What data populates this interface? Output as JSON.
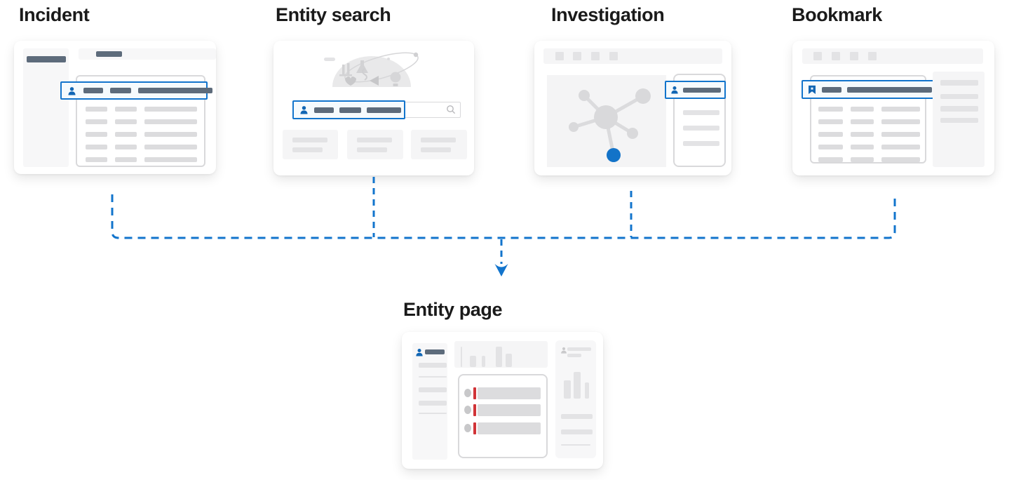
{
  "diagram": {
    "sources": [
      {
        "id": "incident",
        "label": "Incident"
      },
      {
        "id": "entity-search",
        "label": "Entity search"
      },
      {
        "id": "investigation",
        "label": "Investigation"
      },
      {
        "id": "bookmark",
        "label": "Bookmark"
      }
    ],
    "target": {
      "id": "entity-page",
      "label": "Entity page"
    }
  },
  "icons": {
    "person": "person-icon",
    "bookmark": "bookmark-icon",
    "search": "search-icon",
    "arrow_down": "arrow-down-icon"
  },
  "colors": {
    "accent": "#1274cc",
    "icon_blue": "#1166b4",
    "node_blue": "#1373c8",
    "red_tick": "#d13438",
    "slate": "#5d6b7b",
    "title_text": "#1a1a1a",
    "panel_gray": "#f5f5f6",
    "panel_lighter": "#f7f7f8",
    "bar_gray": "#dcdcde",
    "bar_light": "#e3e3e5",
    "border_gray": "#d9d9db",
    "node_gray": "#dbdbdd",
    "highlight_bg": "#f5fafd",
    "card_bg": "#ffffff"
  }
}
